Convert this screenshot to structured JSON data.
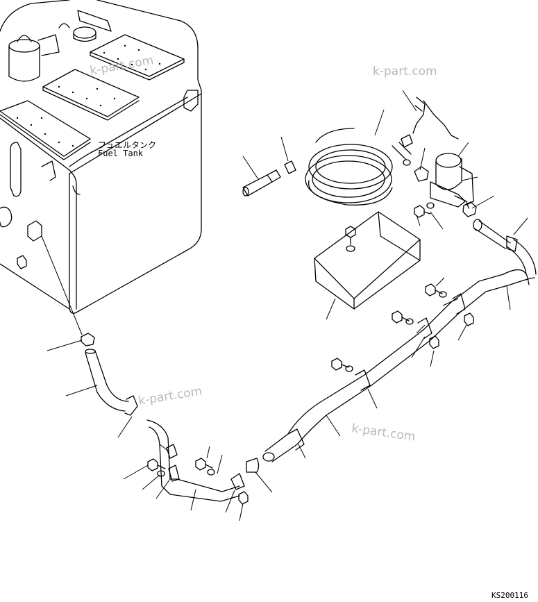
{
  "labels": {
    "fuel_tank_jp": "フュエルタンク",
    "fuel_tank_en": "Fuel Tank"
  },
  "watermarks": [
    "k-part.com",
    "k-part.com",
    "k-part.com",
    "k-part.com"
  ],
  "drawing_code": "KS200116"
}
